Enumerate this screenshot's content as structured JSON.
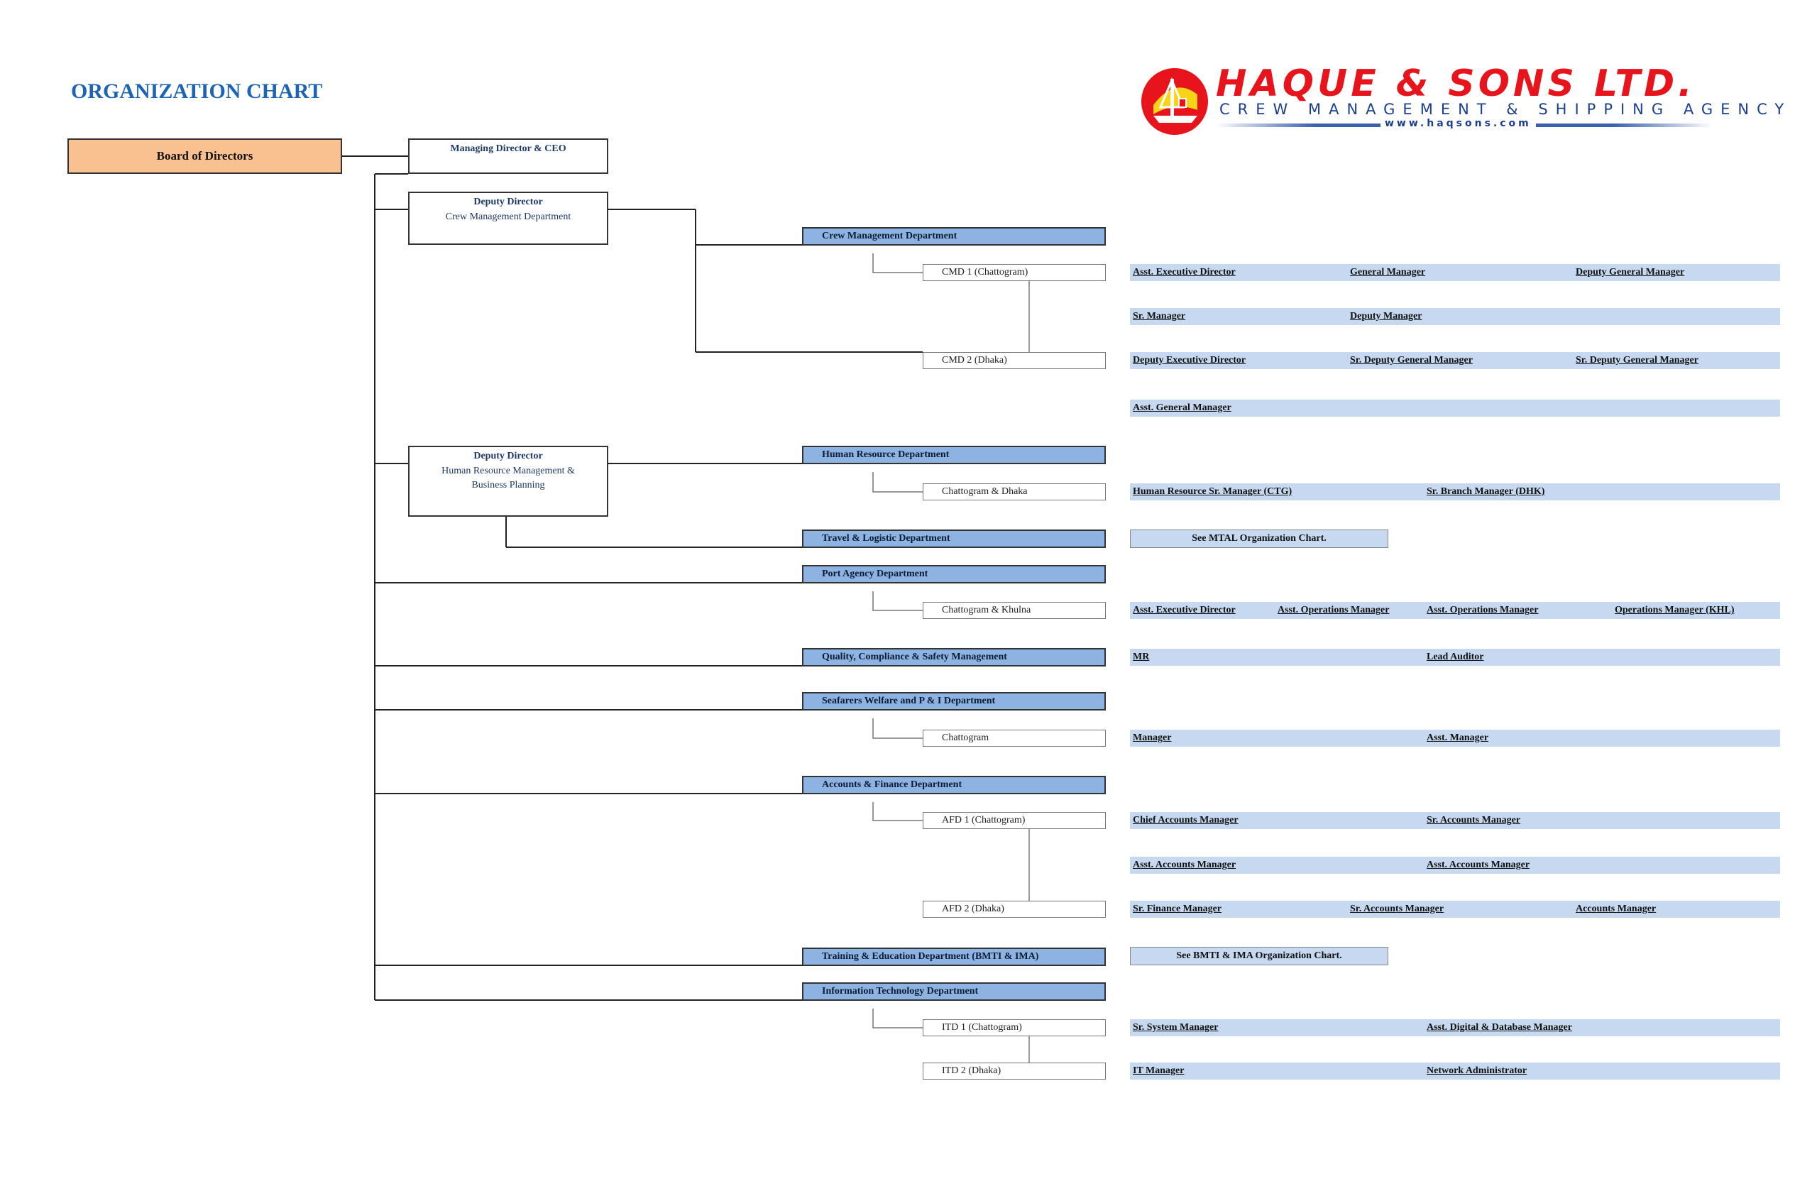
{
  "title": "ORGANIZATION CHART",
  "logo": {
    "company": "HAQUE & SONS LTD.",
    "tagline": "CREW MANAGEMENT & SHIPPING AGENCY",
    "website": "www.haqsons.com",
    "colors": {
      "red": "#e8141c",
      "yellow": "#f7d417",
      "blue": "#1b3f8f"
    }
  },
  "colors": {
    "board": "#f9c18f",
    "department": "#8db3e2",
    "position_band": "#c6d9f0",
    "title": "#1d64b4"
  },
  "board": {
    "label": "Board of  Directors"
  },
  "md": {
    "label": "Managing Director & CEO"
  },
  "dd_crew": {
    "title": "Deputy Director",
    "line1": "Crew Management Department"
  },
  "dd_hr": {
    "title": "Deputy Director",
    "line1": "Human Resource Management &",
    "line2": "Business Planning"
  },
  "departments": {
    "crew": "Crew Management Department",
    "hr": "Human Resource Department",
    "travel": "Travel & Logistic Department",
    "port": "Port Agency Department",
    "qcs": "Quality, Compliance & Safety Management",
    "welfare": "Seafarers Welfare and P & I Department",
    "accounts": "Accounts & Finance Department",
    "training": "Training & Education Department (BMTI & IMA)",
    "it": "Information Technology Department"
  },
  "subunits": {
    "cmd1": "CMD 1 (Chattogram)",
    "cmd2": "CMD 2 (Dhaka)",
    "hr_loc": "Chattogram & Dhaka",
    "port_loc": "Chattogram & Khulna",
    "welfare_loc": "Chattogram",
    "afd1": "AFD 1 (Chattogram)",
    "afd2": "AFD 2 (Dhaka)",
    "itd1": "ITD 1 (Chattogram)",
    "itd2": "ITD 2 (Dhaka)"
  },
  "references": {
    "travel": "See MTAL Organization Chart.",
    "training": "See BMTI & IMA  Organization Chart."
  },
  "positions": {
    "cmd1_a": [
      "Asst. Executive Director",
      "General Manager",
      "Deputy General Manager"
    ],
    "cmd1_b": [
      "Sr. Manager",
      "Deputy Manager"
    ],
    "cmd2_a": [
      "Deputy Executive Director",
      "Sr. Deputy General Manager",
      "Sr. Deputy General Manager"
    ],
    "cmd2_b": [
      "Asst. General Manager"
    ],
    "hr": [
      "Human Resource Sr. Manager  (CTG)",
      "Sr. Branch Manager  (DHK)"
    ],
    "port": [
      "Asst. Executive Director",
      "Asst. Operations Manager",
      "Asst. Operations Manager",
      "Operations Manager (KHL)"
    ],
    "qcs": [
      "MR",
      "Lead Auditor"
    ],
    "welfare": [
      "Manager",
      "Asst. Manager"
    ],
    "afd1_a": [
      "Chief Accounts Manager",
      "Sr. Accounts Manager"
    ],
    "afd1_b": [
      "Asst. Accounts Manager",
      "Asst. Accounts Manager"
    ],
    "afd2": [
      "Sr. Finance Manager",
      "Sr. Accounts Manager",
      "Accounts Manager"
    ],
    "itd1": [
      "Sr. System Manager",
      "Asst. Digital & Database Manager"
    ],
    "itd2": [
      "IT Manager",
      "Network Administrator"
    ]
  }
}
